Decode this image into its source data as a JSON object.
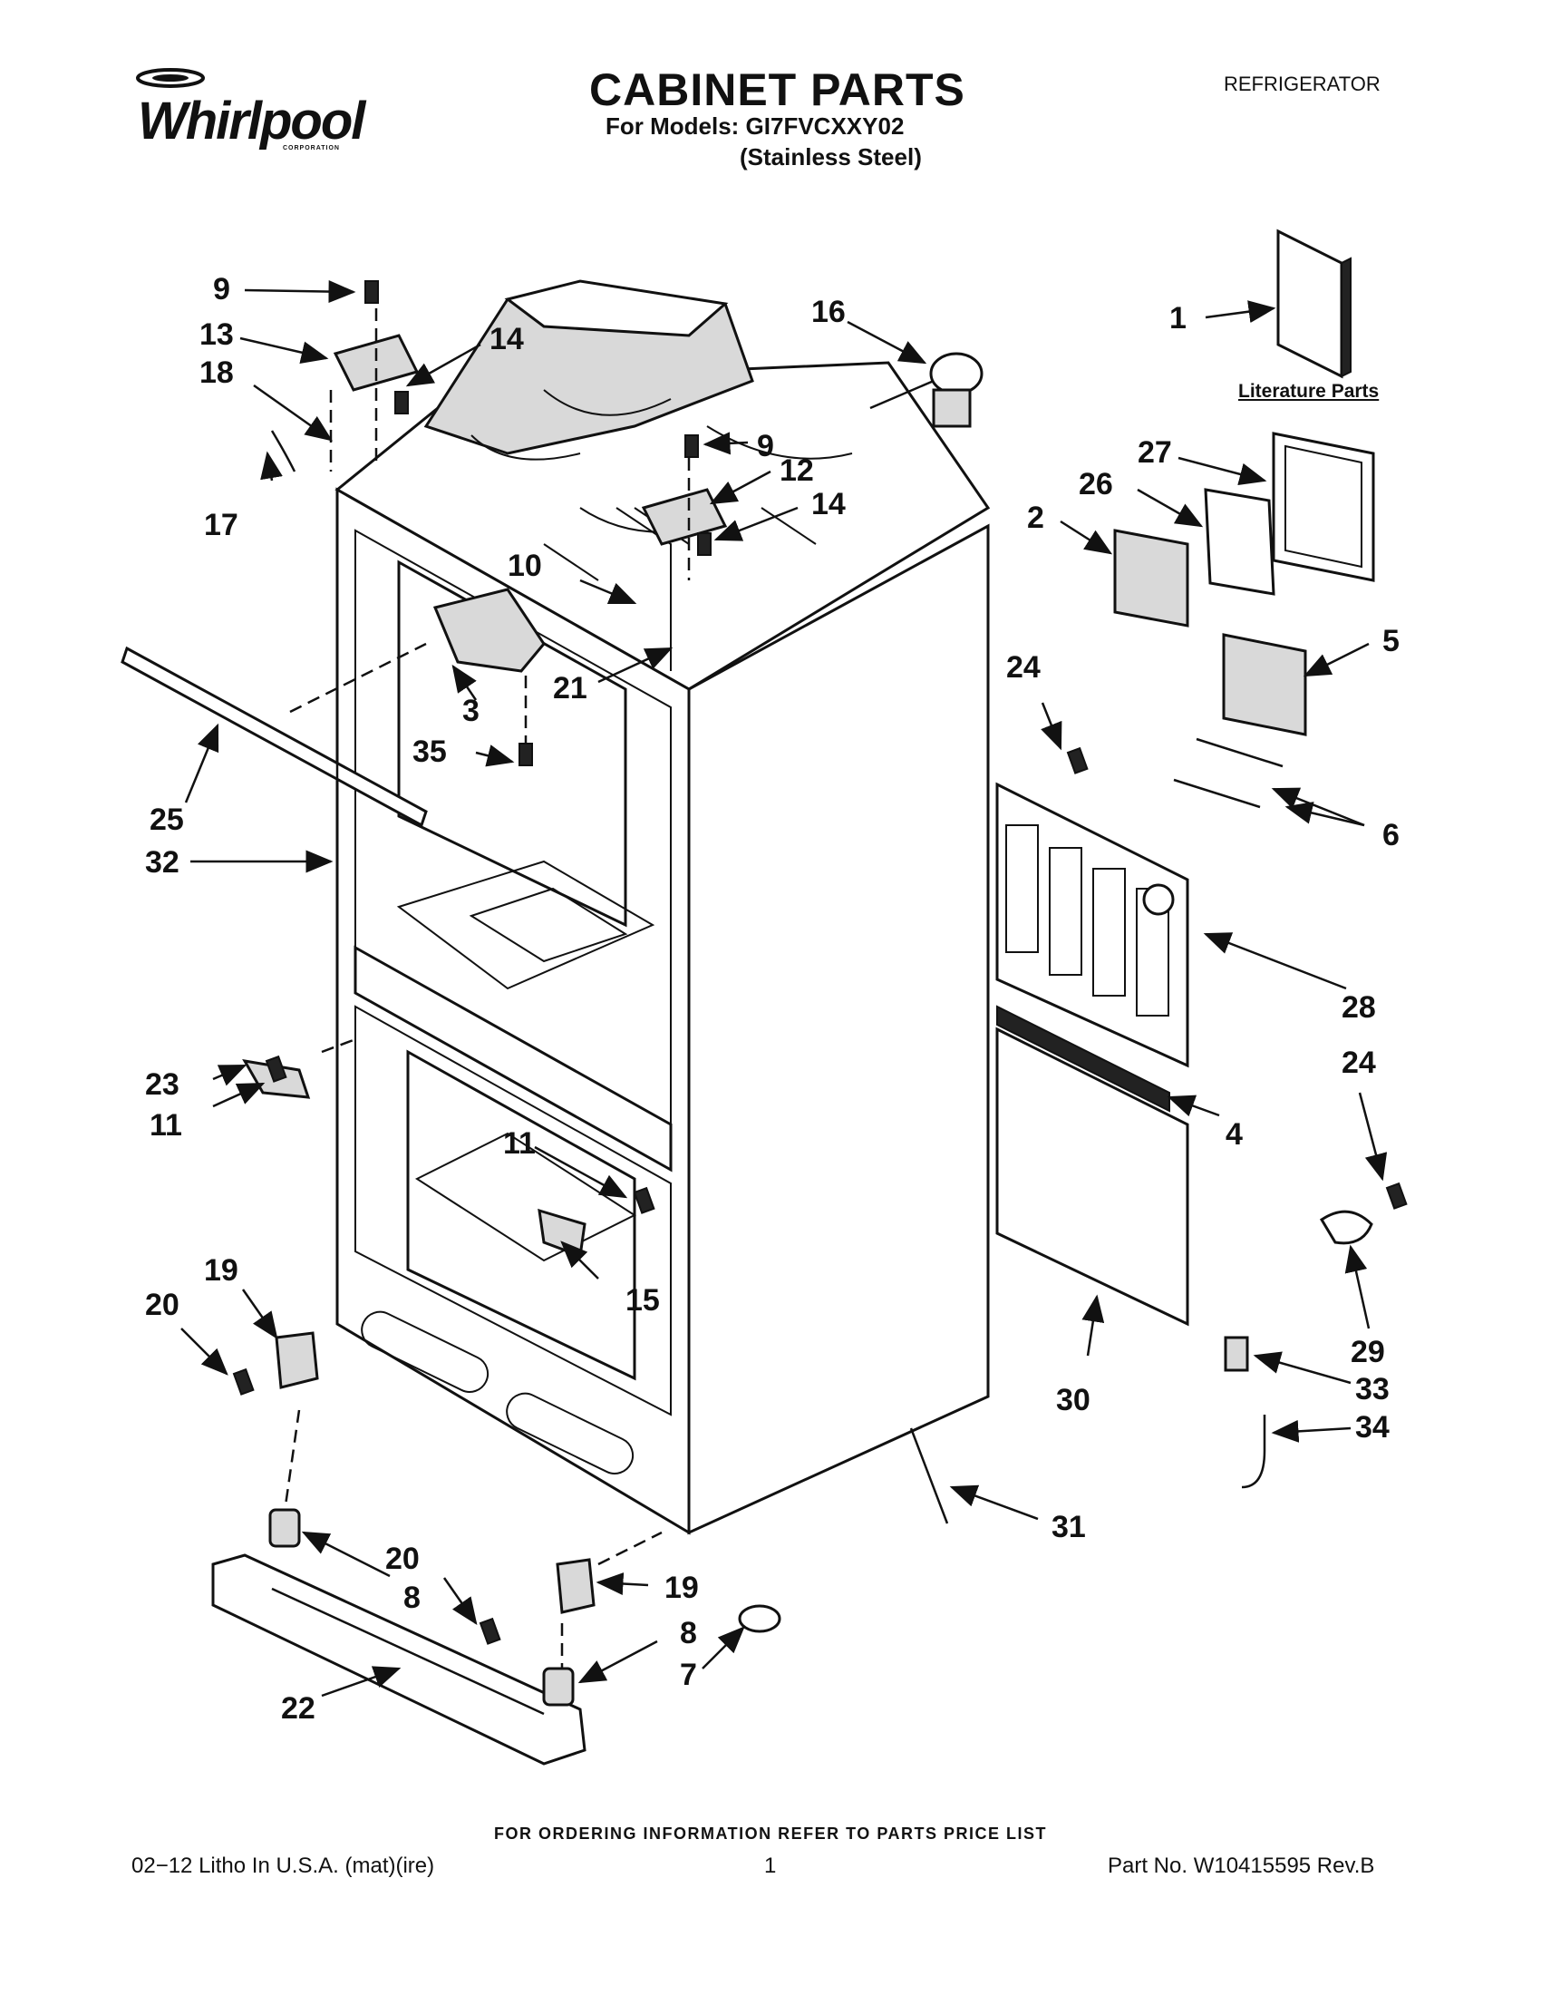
{
  "brand": {
    "name": "Whirlpool",
    "sub": "CORPORATION"
  },
  "header": {
    "title": "CABINET PARTS",
    "models": "For Models: GI7FVCXXY02",
    "finish": "(Stainless Steel)",
    "category": "REFRIGERATOR"
  },
  "literature_label": "Literature Parts",
  "callouts": {
    "c1": "1",
    "c2": "2",
    "c3": "3",
    "c4": "4",
    "c5": "5",
    "c6": "6",
    "c7": "7",
    "c8a": "8",
    "c8b": "8",
    "c9a": "9",
    "c9b": "9",
    "c10": "10",
    "c11a": "11",
    "c11b": "11",
    "c12": "12",
    "c13": "13",
    "c14a": "14",
    "c14b": "14",
    "c15": "15",
    "c16": "16",
    "c17": "17",
    "c18": "18",
    "c19a": "19",
    "c19b": "19",
    "c20a": "20",
    "c20b": "20",
    "c21": "21",
    "c22": "22",
    "c23": "23",
    "c24a": "24",
    "c24b": "24",
    "c25": "25",
    "c26": "26",
    "c27": "27",
    "c28": "28",
    "c29": "29",
    "c30": "30",
    "c31": "31",
    "c32": "32",
    "c33": "33",
    "c34": "34",
    "c35": "35"
  },
  "footer": {
    "order_note": "FOR ORDERING INFORMATION REFER TO PARTS PRICE LIST",
    "left": "02−12  Litho In U.S.A. (mat)(ire)",
    "page": "1",
    "part_no": "Part No. W10415595 Rev.B"
  }
}
